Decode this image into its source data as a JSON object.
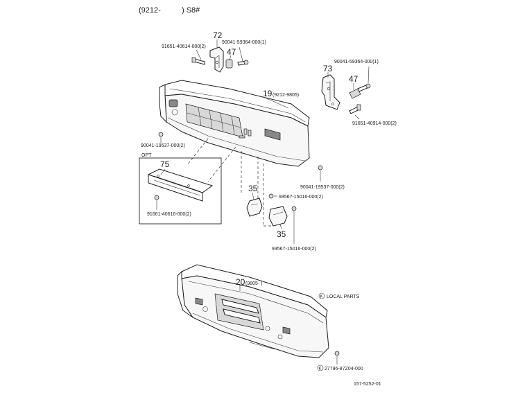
{
  "header": {
    "code": "(9212-",
    "suffix": ") S8#"
  },
  "callouts": {
    "c72": "72",
    "c47a": "47",
    "c73": "73",
    "c47b": "47",
    "c19": "19",
    "c19_range": "(9212-9805)",
    "c75": "75",
    "c35a": "35",
    "c35b": "35",
    "c20": "20",
    "c20_range": "(9805-     )"
  },
  "part_numbers": {
    "p_91651_40614": "91651-40614-000(2)",
    "p_90041_59364_a": "90041-59364-000(1)",
    "p_90041_59364_b": "90041-59364-000(1)",
    "p_91651_40914": "91651-40914-000(2)",
    "p_90041_19537_left": "90041-19537-000(2)",
    "p_90041_19537_right": "90041-19537-000(2)",
    "p_93567_15016_a": "93567-15016-000(2)",
    "p_93567_15016_b": "93567-15016-000(2)",
    "p_91661_40616": "91661-40616-000(2)",
    "p_27796_87z04": "27796-87Z04-000"
  },
  "labels": {
    "opt": "OPT",
    "local_parts": "LOCAL PARTS",
    "local_symbol": "K",
    "local_symbol_b": "K",
    "figure_id": "157-5252-01"
  }
}
